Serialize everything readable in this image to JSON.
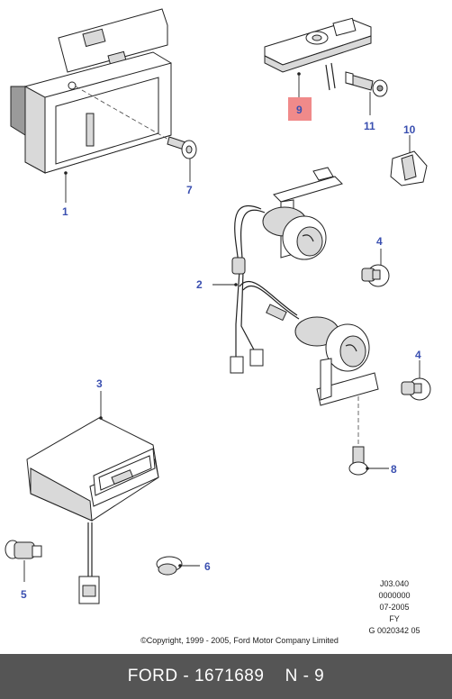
{
  "callouts": {
    "c1": "1",
    "c2": "2",
    "c3": "3",
    "c4a": "4",
    "c4b": "4",
    "c5": "5",
    "c6": "6",
    "c7": "7",
    "c8": "8",
    "c9": "9",
    "c10": "10",
    "c11": "11"
  },
  "highlight": {
    "callout": "9",
    "color": "#f08a8a"
  },
  "callout_color": "#3a4fb0",
  "reference": {
    "line1": "J03.040",
    "line2": "0000000",
    "line3": "07-2005",
    "line4": "FY",
    "line5": "G 0020342 05"
  },
  "copyright": "©Copyright, 1999 - 2005, Ford Motor Company Limited",
  "footer": {
    "brand": "FORD",
    "separator": " - ",
    "part_number": "1671689",
    "position_label": "N - 9",
    "background": "#555555"
  }
}
